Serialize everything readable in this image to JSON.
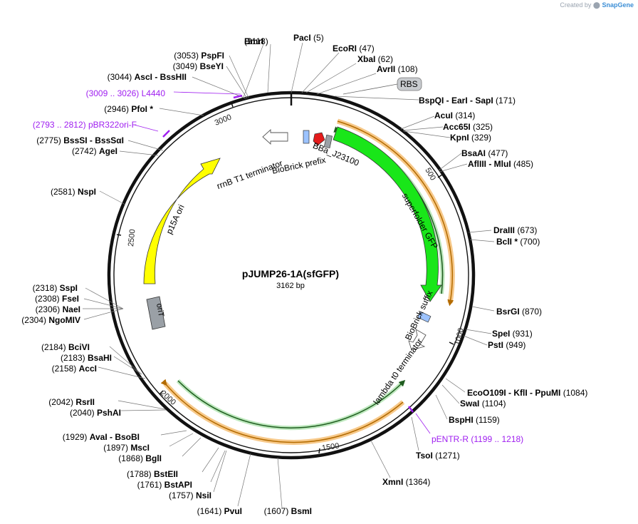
{
  "header": {
    "created_by": "Created by",
    "brand": "SnapGene"
  },
  "map": {
    "name": "pJUMP26-1A(sfGFP)",
    "length_label": "3162 bp",
    "total_bp": 3162,
    "colors": {
      "backbone": "#111111",
      "sfgfp": "#19e619",
      "p15a": "#ffff00",
      "oriT": "#9aa0a6",
      "primer": "#a020f0",
      "orange_track": "#f0a030",
      "green_track": "#2e7d2e"
    }
  },
  "ticks": [
    "500",
    "1000",
    "1500",
    "2000",
    "2500",
    "3000"
  ],
  "sites": [
    {
      "name": "BmrI",
      "pos": "(3118)"
    },
    {
      "name": "PacI",
      "pos": "(5)"
    },
    {
      "name": "EcoRI",
      "pos": "(47)"
    },
    {
      "name": "XbaI",
      "pos": "(62)"
    },
    {
      "name": "AvrII",
      "pos": "(108)"
    },
    {
      "name": "BspQI - EarI - SapI",
      "pos": "(171)"
    },
    {
      "name": "AcuI",
      "pos": "(314)"
    },
    {
      "name": "Acc65I",
      "pos": "(325)"
    },
    {
      "name": "KpnI",
      "pos": "(329)"
    },
    {
      "name": "BsaAI",
      "pos": "(477)"
    },
    {
      "name": "AflIII - MluI",
      "pos": "(485)"
    },
    {
      "name": "DraIII",
      "pos": "(673)"
    },
    {
      "name": "BclI *",
      "pos": "(700)"
    },
    {
      "name": "BsrGI",
      "pos": "(870)"
    },
    {
      "name": "SpeI",
      "pos": "(931)"
    },
    {
      "name": "PstI",
      "pos": "(949)"
    },
    {
      "name": "EcoO109I - KflI - PpuMI",
      "pos": "(1084)"
    },
    {
      "name": "SwaI",
      "pos": "(1104)"
    },
    {
      "name": "BspHI",
      "pos": "(1159)"
    },
    {
      "name": "TsoI",
      "pos": "(1271)"
    },
    {
      "name": "XmnI",
      "pos": "(1364)"
    },
    {
      "name": "BsmI",
      "pos": "(1607)"
    },
    {
      "name": "PvuI",
      "pos": "(1641)"
    },
    {
      "name": "NsiI",
      "pos": "(1757)"
    },
    {
      "name": "BstAPI",
      "pos": "(1761)"
    },
    {
      "name": "BstEII",
      "pos": "(1788)"
    },
    {
      "name": "BglI",
      "pos": "(1868)"
    },
    {
      "name": "MscI",
      "pos": "(1897)"
    },
    {
      "name": "AvaI - BsoBI",
      "pos": "(1929)"
    },
    {
      "name": "PshAI",
      "pos": "(2040)"
    },
    {
      "name": "RsrII",
      "pos": "(2042)"
    },
    {
      "name": "AccI",
      "pos": "(2158)"
    },
    {
      "name": "BsaHI",
      "pos": "(2183)"
    },
    {
      "name": "BciVI",
      "pos": "(2184)"
    },
    {
      "name": "NgoMIV",
      "pos": "(2304)"
    },
    {
      "name": "NaeI",
      "pos": "(2306)"
    },
    {
      "name": "FseI",
      "pos": "(2308)"
    },
    {
      "name": "SspI",
      "pos": "(2318)"
    },
    {
      "name": "NspI",
      "pos": "(2581)"
    },
    {
      "name": "AgeI",
      "pos": "(2742)"
    },
    {
      "name": "BssSI - BssSαI",
      "pos": "(2775)"
    },
    {
      "name": "PfoI *",
      "pos": "(2946)"
    },
    {
      "name": "AscI - BssHII",
      "pos": "(3044)"
    },
    {
      "name": "BseYI",
      "pos": "(3049)"
    },
    {
      "name": "PspFI",
      "pos": "(3053)"
    }
  ],
  "primers": [
    {
      "name": "L4440",
      "range": "(3009 .. 3026)"
    },
    {
      "name": "pBR322ori-F",
      "range": "(2793 .. 2812)"
    },
    {
      "name": "pENTR-R",
      "range": "(1199 .. 1218)"
    }
  ],
  "features": {
    "rbs": "RBS",
    "rrnb": "rrnB T1 terminator",
    "prefix": "BioBrick prefix",
    "bba": "BBa_J23100",
    "sfgfp": "superfolder GFP",
    "suffix": "BioBrick suffix",
    "lambda": "lambda t0 terminator",
    "p15a": "p15A ori",
    "orit": "oriT"
  }
}
